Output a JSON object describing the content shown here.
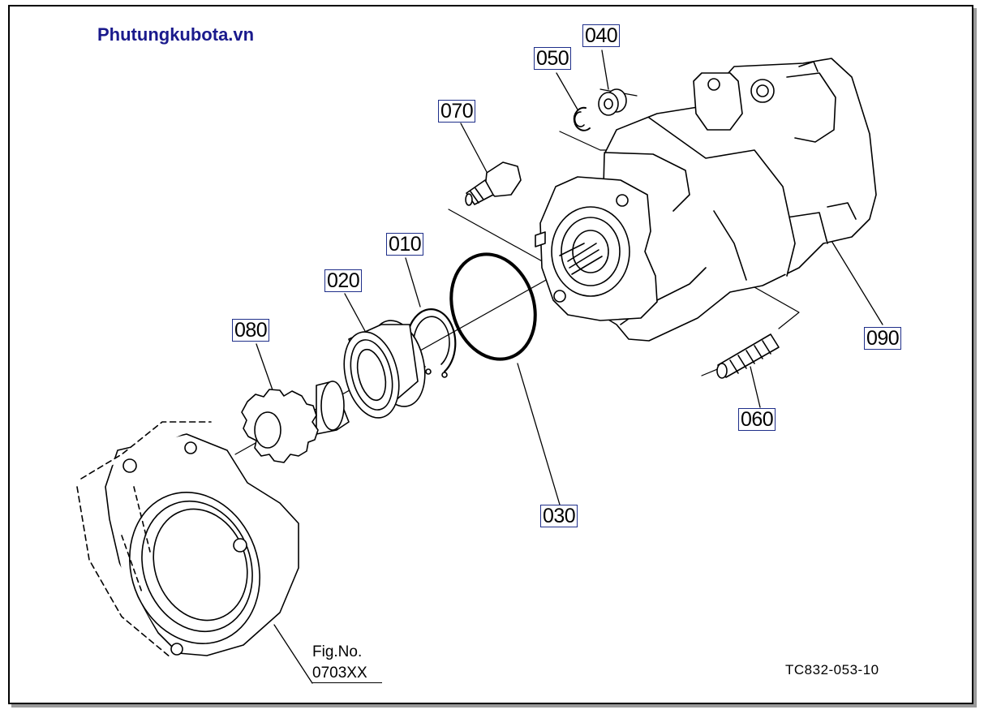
{
  "brand": "Phutungkubota.vn",
  "callouts": {
    "p010": "010",
    "p020": "020",
    "p030": "030",
    "p040": "040",
    "p050": "050",
    "p060": "060",
    "p070": "070",
    "p080": "080",
    "p090": "090"
  },
  "figure": {
    "label": "Fig.No.",
    "number": "0703XX"
  },
  "drawing_code": "TC832-053-10",
  "colors": {
    "line": "#000000",
    "callout_border": "#1f2f8a",
    "brand": "#1a1a8c"
  }
}
